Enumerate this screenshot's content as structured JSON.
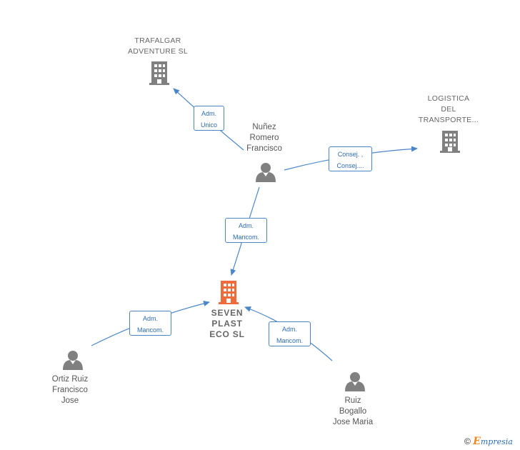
{
  "colors": {
    "edge": "#4a86c8",
    "person_icon": "#808080",
    "company_icon": "#808080",
    "focus_company_icon": "#f06b3a",
    "brand_orange": "#f08a1e",
    "brand_blue": "#2e6db4"
  },
  "nodes": {
    "trafalgar": {
      "label": "TRAFALGAR\nADVENTURE SL",
      "icon": "building-icon"
    },
    "logistica": {
      "label": "LOGISTICA\nDEL\nTRANSPORTE...",
      "icon": "building-icon"
    },
    "nunez": {
      "label": "Nuñez\nRomero\nFrancisco",
      "icon": "person-icon"
    },
    "seven": {
      "label": "SEVEN\nPLAST\nECO  SL",
      "icon": "building-icon"
    },
    "ortiz": {
      "label": "Ortiz Ruiz\nFrancisco\nJose",
      "icon": "person-icon"
    },
    "ruiz": {
      "label": "Ruiz\nBogallo\nJose Maria",
      "icon": "person-icon"
    }
  },
  "edges": {
    "nunez_trafalgar": "Adm.\nUnico",
    "nunez_logistica": "Consej. ,\nConsej....",
    "nunez_seven": "Adm.\nMancom.",
    "ortiz_seven": "Adm.\nMancom.",
    "ruiz_seven": "Adm.\nMancom."
  },
  "footer": {
    "copyright_symbol": "©",
    "brand_first": "E",
    "brand_rest": "mpresia"
  }
}
